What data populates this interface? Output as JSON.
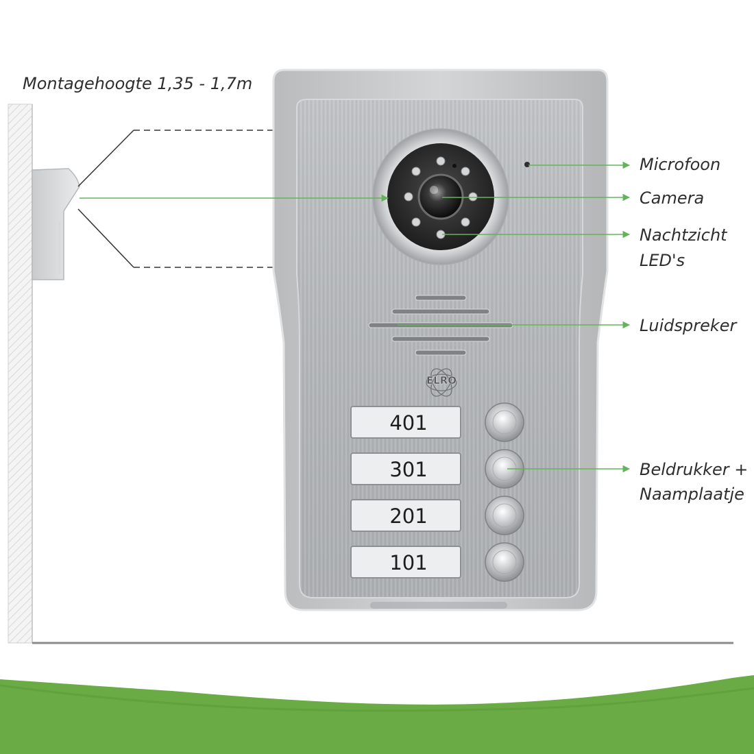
{
  "mount_height_label": "Montagehoogte 1,35 - 1,7m",
  "callouts": {
    "microphone": "Microfoon",
    "camera": "Camera",
    "night_vision_line1": "Nachtzicht",
    "night_vision_line2": "LED's",
    "speaker": "Luidspreker",
    "bell_line1": "Beldrukker +",
    "bell_line2": "Naamplaatje"
  },
  "brand_logo": "ELRO",
  "name_plates": [
    "401",
    "301",
    "201",
    "101"
  ],
  "colors": {
    "accent_green": "#6aab45",
    "callout_green": "#63b35b",
    "panel_silver": "#b9bcbf",
    "housing_grey": "#c6c8ca"
  }
}
